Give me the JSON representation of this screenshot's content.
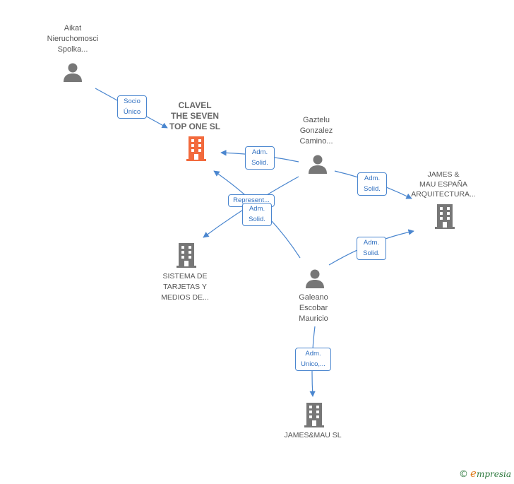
{
  "nodes": {
    "aikat": {
      "lines": [
        "Aikat",
        "Nieruchomosci",
        "Spolka..."
      ]
    },
    "clavel": {
      "lines": [
        "CLAVEL",
        "THE SEVEN",
        "TOP ONE  SL"
      ]
    },
    "gaztelu": {
      "lines": [
        "Gaztelu",
        "Gonzalez",
        "Camino..."
      ]
    },
    "james_mau_espana": {
      "lines": [
        "JAMES &",
        "MAU ESPAÑA",
        "ARQUITECTURA..."
      ]
    },
    "sistema": {
      "lines": [
        "SISTEMA DE",
        "TARJETAS Y",
        "MEDIOS DE..."
      ]
    },
    "galeano": {
      "lines": [
        "Galeano",
        "Escobar",
        "Mauricio"
      ]
    },
    "james_mau_sl": {
      "lines": [
        "JAMES&MAU  SL"
      ]
    }
  },
  "edge_labels": {
    "socio_unico": [
      "Socio",
      "Único"
    ],
    "adm_solid_1": [
      "Adm.",
      "Solid."
    ],
    "adm_solid_2": [
      "Adm.",
      "Solid."
    ],
    "represent": [
      "Represent..."
    ],
    "adm_solid_3": [
      "Adm.",
      "Solid."
    ],
    "adm_solid_4": [
      "Adm.",
      "Solid."
    ],
    "adm_unico": [
      "Adm.",
      "Unico,..."
    ]
  },
  "colors": {
    "accent": "#4a86cf",
    "company_main": "#f26a3d",
    "company": "#777777",
    "person": "#777777"
  },
  "icons": {
    "person": "person-icon",
    "company": "building-icon"
  },
  "brand": {
    "copyright": "©",
    "initial": "e",
    "rest": "mpresia"
  }
}
